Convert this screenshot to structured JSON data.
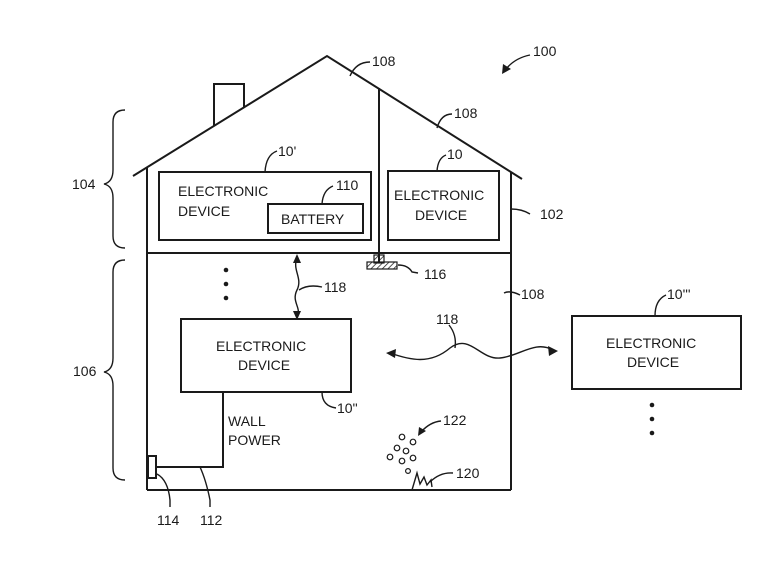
{
  "figure": {
    "ref_numbers": {
      "system": "100",
      "house": "102",
      "upper_floor": "104",
      "lower_floor": "106",
      "wall_roof_a": "108",
      "wall_roof_b": "108",
      "wall_right": "108",
      "battery": "110",
      "wall_power_cord": "112",
      "outlet": "114",
      "mount": "116",
      "wireless_link_vertical": "118",
      "wireless_link_horizontal": "118",
      "fire": "120",
      "smoke": "122"
    },
    "devices": [
      {
        "id": "device-upper-left",
        "label_line1": "ELECTRONIC",
        "label_line2": "DEVICE",
        "ref": "10'",
        "sub_label": "BATTERY"
      },
      {
        "id": "device-upper-right",
        "label_line1": "ELECTRONIC",
        "label_line2": "DEVICE",
        "ref": "10"
      },
      {
        "id": "device-lower",
        "label_line1": "ELECTRONIC",
        "label_line2": "DEVICE",
        "ref": "10\""
      },
      {
        "id": "device-outside",
        "label_line1": "ELECTRONIC",
        "label_line2": "DEVICE",
        "ref": "10'''"
      }
    ],
    "wall_power_label_line1": "WALL",
    "wall_power_label_line2": "POWER"
  }
}
